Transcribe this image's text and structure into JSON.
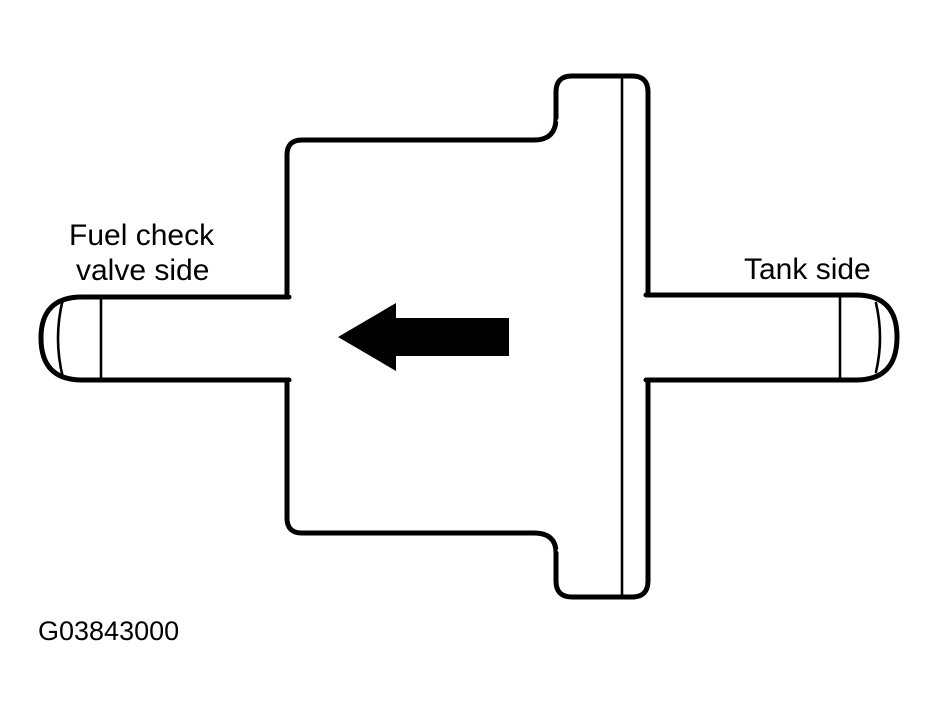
{
  "figure": {
    "caption": "G03843000",
    "background_color": "#ffffff",
    "line_color": "#000000",
    "subject": "in-line fuel filter flow direction diagram"
  },
  "labels": {
    "left": {
      "line1": "Fuel check",
      "line2": "valve side"
    },
    "right": {
      "line1": "Tank side"
    }
  },
  "flow_arrow": {
    "direction": "left",
    "name": "flow-direction-arrow"
  },
  "parts": {
    "left_pipe": "left-inlet-pipe",
    "filter_body": "filter-body",
    "flange": "flange-collar",
    "right_pipe": "right-outlet-pipe"
  }
}
